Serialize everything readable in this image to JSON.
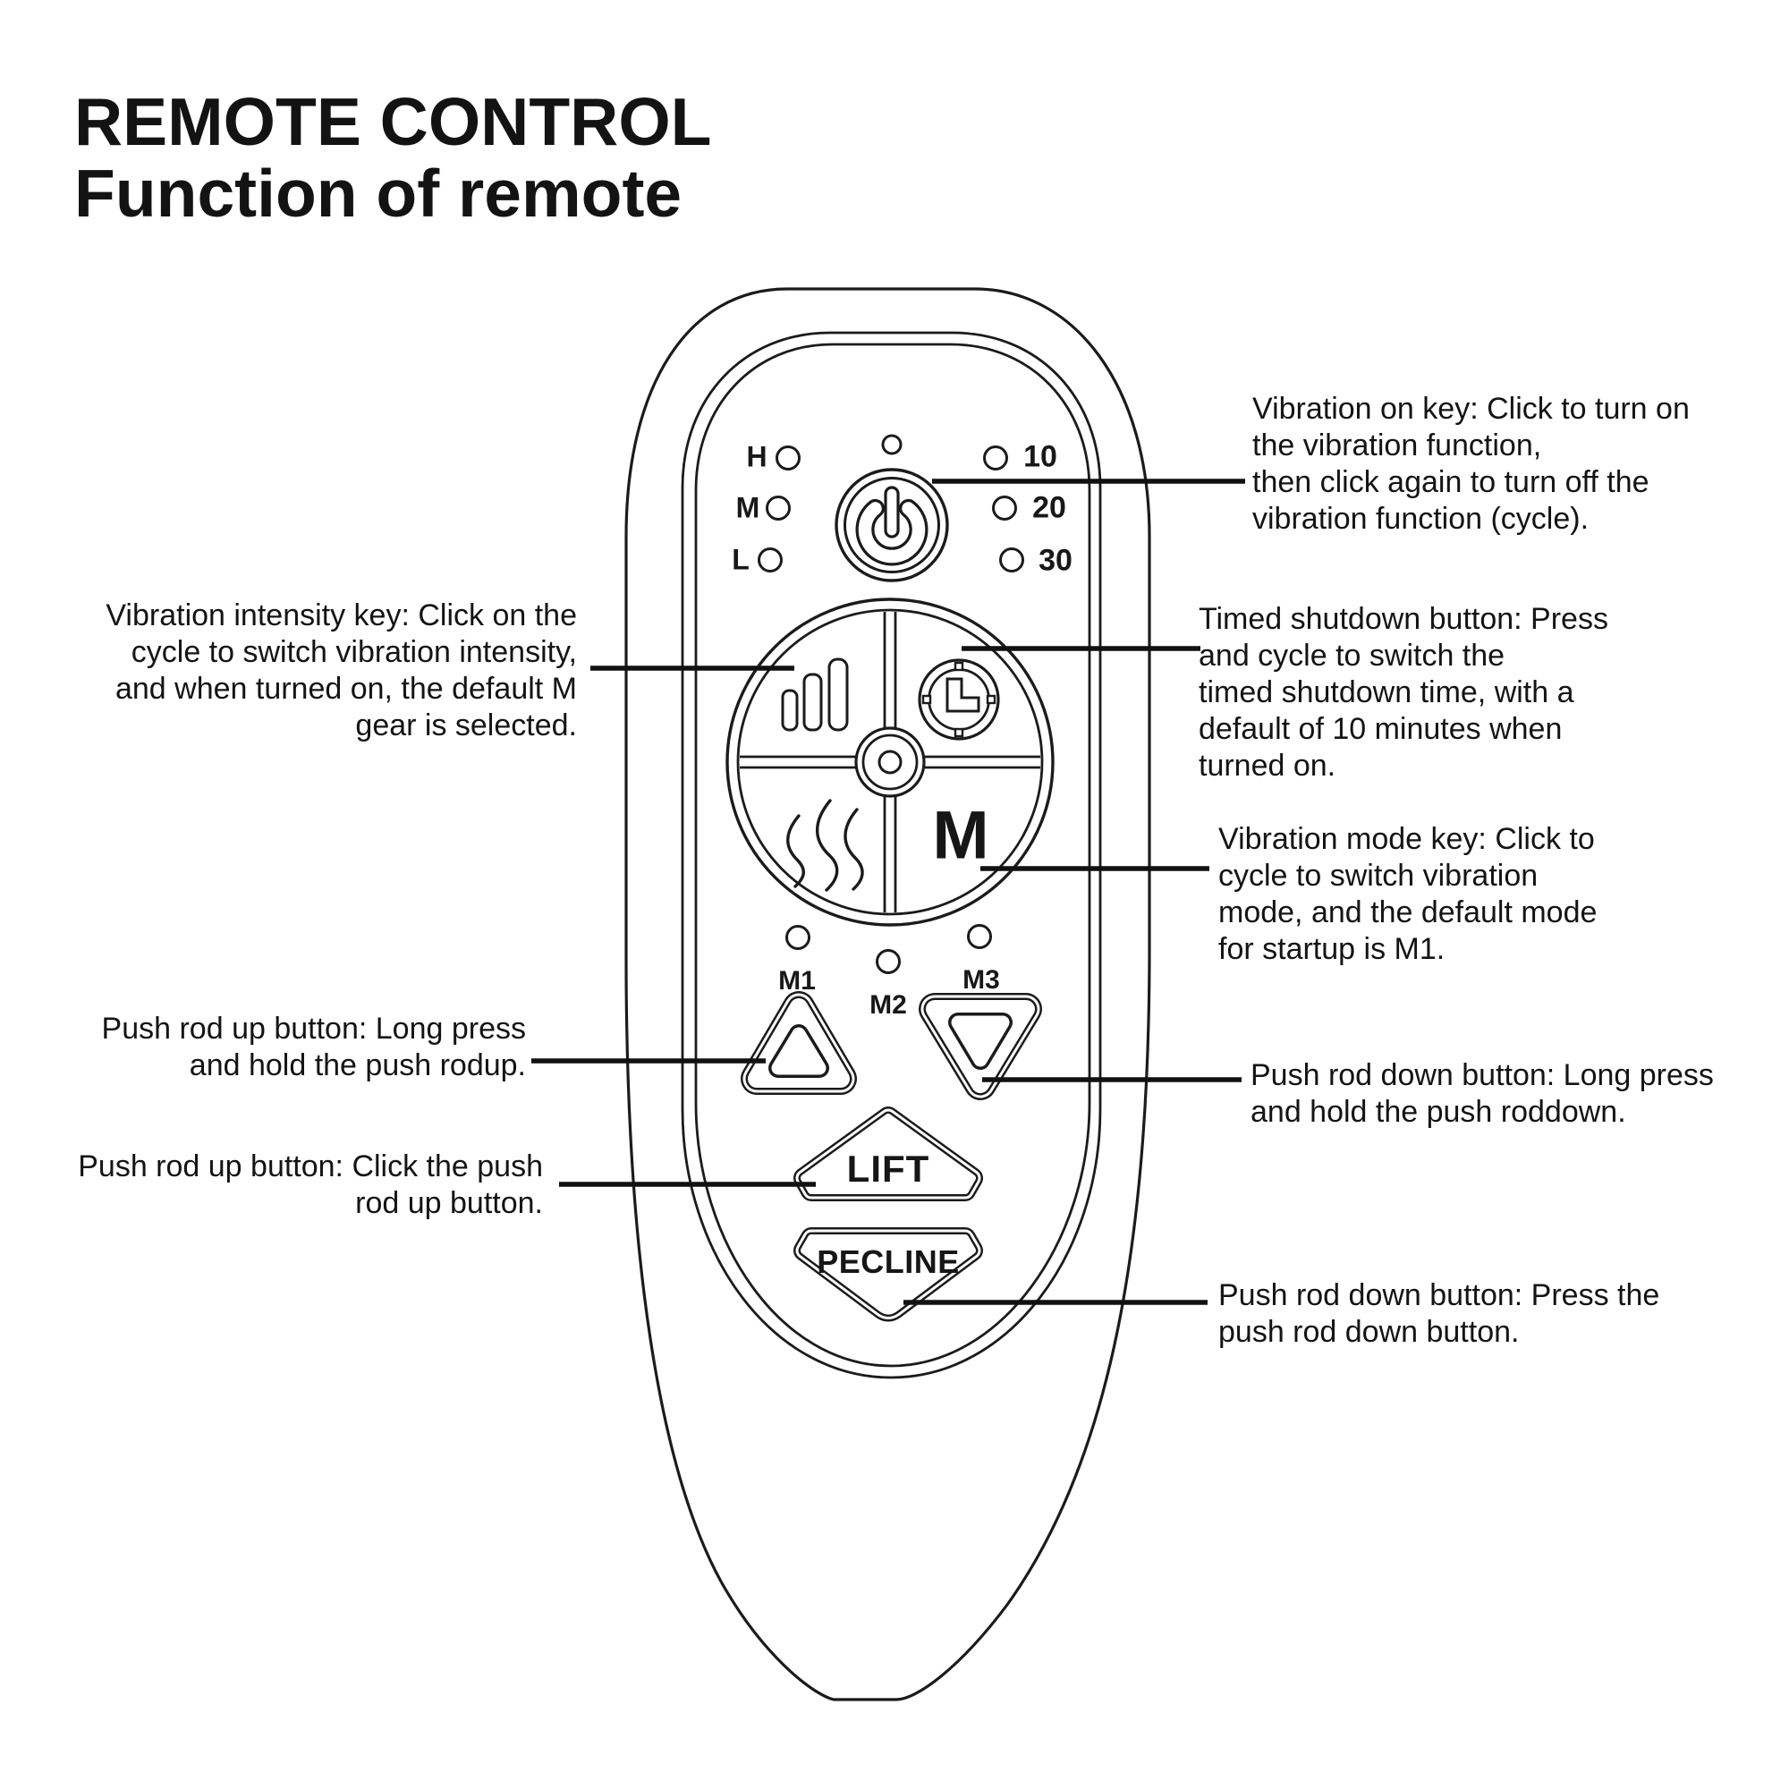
{
  "title": {
    "line1": "REMOTE CONTROL",
    "line2": "Function of remote"
  },
  "remote": {
    "power_button": {
      "icon": "power-icon"
    },
    "intensity_indicators": {
      "h": "H",
      "m": "M",
      "l": "L"
    },
    "timer_indicators": {
      "t10": "10",
      "t20": "20",
      "t30": "30"
    },
    "mode_indicators": {
      "m1": "M1",
      "m2": "M2",
      "m3": "M3"
    },
    "pad": {
      "intensity_icon": "signal-bars-icon",
      "timer_icon": "timer-clock-icon",
      "heat_icon": "heat-waves-icon",
      "mode_label": "M"
    },
    "lift_button_label": "LIFT",
    "pecline_button_label": "PECLINE"
  },
  "callouts": {
    "vibration_on": {
      "lines": [
        "Vibration on key: Click to turn on",
        "the vibration function,",
        "then click again to turn off the",
        "vibration function (cycle)."
      ]
    },
    "vibration_intensity": {
      "lines": [
        "Vibration intensity key: Click on the",
        "cycle to switch vibration intensity,",
        "and when turned on, the default M",
        "gear is selected."
      ]
    },
    "timed_shutdown": {
      "lines": [
        "Timed shutdown button: Press",
        "and cycle to switch the",
        "timed shutdown time, with a",
        "default of 10 minutes when",
        "turned on."
      ]
    },
    "vibration_mode": {
      "lines": [
        "Vibration mode key: Click to",
        "cycle to switch vibration",
        "mode, and the default mode",
        "for startup is M1."
      ]
    },
    "push_rod_up_long": {
      "lines": [
        "Push rod up button: Long press",
        "and hold the push rodup."
      ]
    },
    "push_rod_up_click": {
      "lines": [
        "Push rod up button: Click the push",
        "rod up button."
      ]
    },
    "push_rod_down_long": {
      "lines": [
        "Push rod down button: Long press",
        "and hold the push roddown."
      ]
    },
    "push_rod_down_press": {
      "lines": [
        "Push rod down button: Press the",
        "push rod down button."
      ]
    }
  },
  "colors": {
    "ink": "#141414",
    "outline": "#1b1b1b",
    "background": "#ffffff",
    "leader_line": "#111111"
  }
}
